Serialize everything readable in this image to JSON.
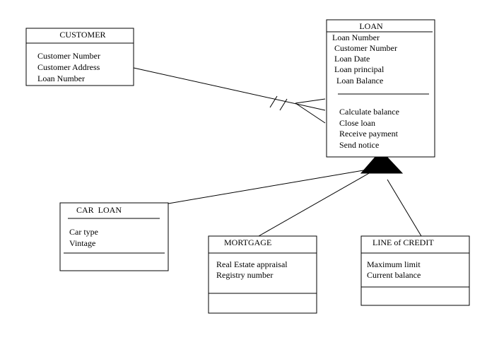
{
  "classes": {
    "customer": {
      "name": "CUSTOMER",
      "attributes": [
        "Customer Number",
        "Customer Address",
        "Loan Number"
      ]
    },
    "loan": {
      "name": "LOAN",
      "attributes": [
        "Loan Number",
        "Customer Number",
        "Loan Date",
        "Loan principal",
        "Loan Balance"
      ],
      "operations": [
        "Calculate balance",
        "Close loan",
        "Receive payment",
        "Send notice"
      ]
    },
    "car_loan": {
      "name": "CAR  LOAN",
      "attributes": [
        "Car type",
        "Vintage"
      ]
    },
    "mortgage": {
      "name": "MORTGAGE",
      "attributes": [
        "Real Estate appraisal",
        "Registry number"
      ]
    },
    "line_of_credit": {
      "name": "LINE of CREDIT",
      "attributes": [
        "Maximum limit",
        "Current balance"
      ]
    }
  },
  "colors": {
    "line": "#000000",
    "background": "#ffffff"
  }
}
